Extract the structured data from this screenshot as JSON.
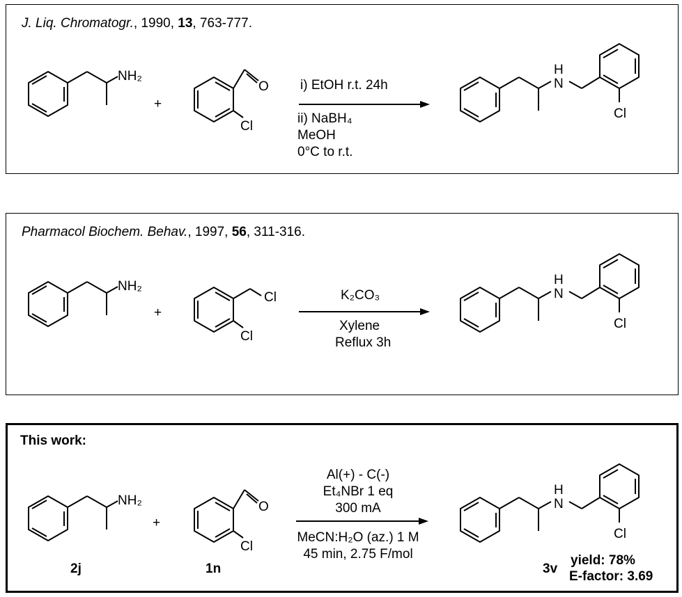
{
  "scheme1": {
    "journal": "J. Liq. Chromatogr.",
    "year": ", 1990, ",
    "volume": "13",
    "pages": ", 763-777.",
    "amine_label": "NH₂",
    "plus": "+",
    "aldehyde_cl": "Cl",
    "product_nh": "H\nN",
    "product_cl": "Cl",
    "cond_line1": "i) EtOH r.t. 24h",
    "cond_line2": "ii) NaBH₄",
    "cond_line3": "MeOH",
    "cond_line4": "0°C to r.t."
  },
  "scheme2": {
    "journal": "Pharmacol Biochem. Behav.",
    "year": ", 1997, ",
    "volume": "56",
    "pages": ", 311-316.",
    "amine_label": "NH₂",
    "plus": "+",
    "benzyl_cl": "Cl",
    "ring_cl": "Cl",
    "product_cl": "Cl",
    "cond_above": "K₂CO₃",
    "cond_below1": "Xylene",
    "cond_below2": "Reflux 3h"
  },
  "scheme3": {
    "heading": "This work:",
    "amine_label": "NH₂",
    "plus": "+",
    "aldehyde_cl": "Cl",
    "product_cl": "Cl",
    "label_amine": "2j",
    "label_aldehyde": "1n",
    "label_product": "3v",
    "cond_above1": "Al(+) - C(-)",
    "cond_above2": "Et₄NBr 1 eq",
    "cond_above3": "300 mA",
    "cond_below1": "MeCN:H₂O (az.) 1 M",
    "cond_below2": "45 min, 2.75 F/mol",
    "yield": "yield: 78%",
    "efactor": "E-factor: 3.69"
  },
  "atoms": {
    "N": "N",
    "H": "H",
    "O": "O"
  }
}
